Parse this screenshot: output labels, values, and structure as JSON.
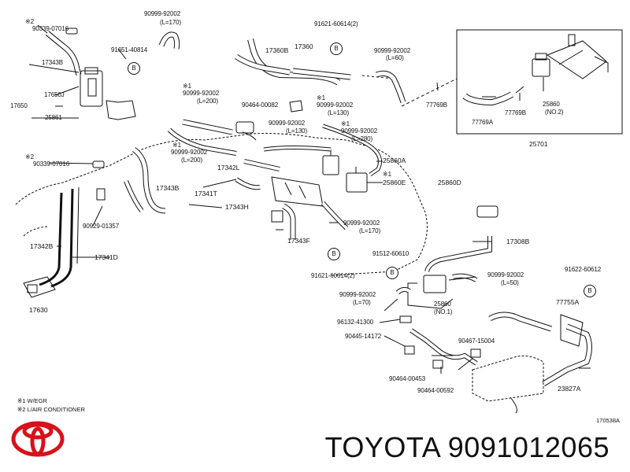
{
  "diagram": {
    "labels": [
      {
        "text": "※2",
        "id": "l1"
      },
      {
        "text": "90339-07016",
        "id": "l2"
      },
      {
        "text": "90999-92002",
        "id": "l3"
      },
      {
        "text": "(L=170)",
        "id": "l4"
      },
      {
        "text": "91621-60614(2)",
        "id": "l5"
      },
      {
        "text": "90999-92002",
        "id": "l6"
      },
      {
        "text": "(L=60)",
        "id": "l7"
      },
      {
        "text": "17343B",
        "id": "l8"
      },
      {
        "text": "91651-40814",
        "id": "l9"
      },
      {
        "text": "17360B",
        "id": "l10"
      },
      {
        "text": "17360",
        "id": "l11"
      },
      {
        "text": "17650J",
        "id": "l12"
      },
      {
        "text": "17650",
        "id": "l13"
      },
      {
        "text": "25861",
        "id": "l14"
      },
      {
        "text": "※1",
        "id": "l15"
      },
      {
        "text": "90999-92002",
        "id": "l16"
      },
      {
        "text": "(L=200)",
        "id": "l17"
      },
      {
        "text": "90464-00082",
        "id": "l18"
      },
      {
        "text": "※1",
        "id": "l19"
      },
      {
        "text": "90999-92002",
        "id": "l20"
      },
      {
        "text": "(L=130)",
        "id": "l21"
      },
      {
        "text": "77769B",
        "id": "l22"
      },
      {
        "text": "77769A",
        "id": "l23"
      },
      {
        "text": "77769B",
        "id": "l24"
      },
      {
        "text": "25860",
        "id": "l25"
      },
      {
        "text": "(NO.2)",
        "id": "l26"
      },
      {
        "text": "25701",
        "id": "l27"
      },
      {
        "text": "90999-92002",
        "id": "l28"
      },
      {
        "text": "(L=130)",
        "id": "l29"
      },
      {
        "text": "※1",
        "id": "l30"
      },
      {
        "text": "90999-92002",
        "id": "l31"
      },
      {
        "text": "(L=280)",
        "id": "l32"
      },
      {
        "text": "※1",
        "id": "l33"
      },
      {
        "text": "90999-92002",
        "id": "l34"
      },
      {
        "text": "(L=200)",
        "id": "l35"
      },
      {
        "text": "17342L",
        "id": "l36"
      },
      {
        "text": "25860A",
        "id": "l37"
      },
      {
        "text": "※1",
        "id": "l38"
      },
      {
        "text": "25860E",
        "id": "l39"
      },
      {
        "text": "25860D",
        "id": "l40"
      },
      {
        "text": "※2",
        "id": "l41"
      },
      {
        "text": "90339-07016",
        "id": "l42"
      },
      {
        "text": "17343B",
        "id": "l43"
      },
      {
        "text": "17341T",
        "id": "l44"
      },
      {
        "text": "17343H",
        "id": "l45"
      },
      {
        "text": "90929-01357",
        "id": "l46"
      },
      {
        "text": "90999-92002",
        "id": "l47"
      },
      {
        "text": "(L=170)",
        "id": "l48"
      },
      {
        "text": "17308B",
        "id": "l49"
      },
      {
        "text": "17342B",
        "id": "l50"
      },
      {
        "text": "17341D",
        "id": "l51"
      },
      {
        "text": "17343F",
        "id": "l52"
      },
      {
        "text": "91512-60610",
        "id": "l53"
      },
      {
        "text": "91622-60612",
        "id": "l54"
      },
      {
        "text": "91621-60614(2)",
        "id": "l55"
      },
      {
        "text": "90999-92002",
        "id": "l56"
      },
      {
        "text": "(L=50)",
        "id": "l57"
      },
      {
        "text": "17630",
        "id": "l58"
      },
      {
        "text": "90999-92002",
        "id": "l59"
      },
      {
        "text": "(L=70)",
        "id": "l60"
      },
      {
        "text": "25860",
        "id": "l61"
      },
      {
        "text": "(NO.1)",
        "id": "l62"
      },
      {
        "text": "77755A",
        "id": "l63"
      },
      {
        "text": "96132-41300",
        "id": "l64"
      },
      {
        "text": "90445-14172",
        "id": "l65"
      },
      {
        "text": "90467-15004",
        "id": "l66"
      },
      {
        "text": "90464-00453",
        "id": "l67"
      },
      {
        "text": "90464-00592",
        "id": "l68"
      },
      {
        "text": "23827A",
        "id": "l69"
      }
    ],
    "circle_letter": "B",
    "notes": [
      "※1 W/EGR",
      "※2 L/AIR CONDITIONER"
    ],
    "code": "170538A"
  },
  "footer": {
    "brand": "TOYOTA",
    "part_number": "9091012065",
    "title": "TOYOTA 9091012065"
  },
  "colors": {
    "ink": "#111111",
    "logo_red": "#d7121a",
    "background": "#ffffff"
  }
}
